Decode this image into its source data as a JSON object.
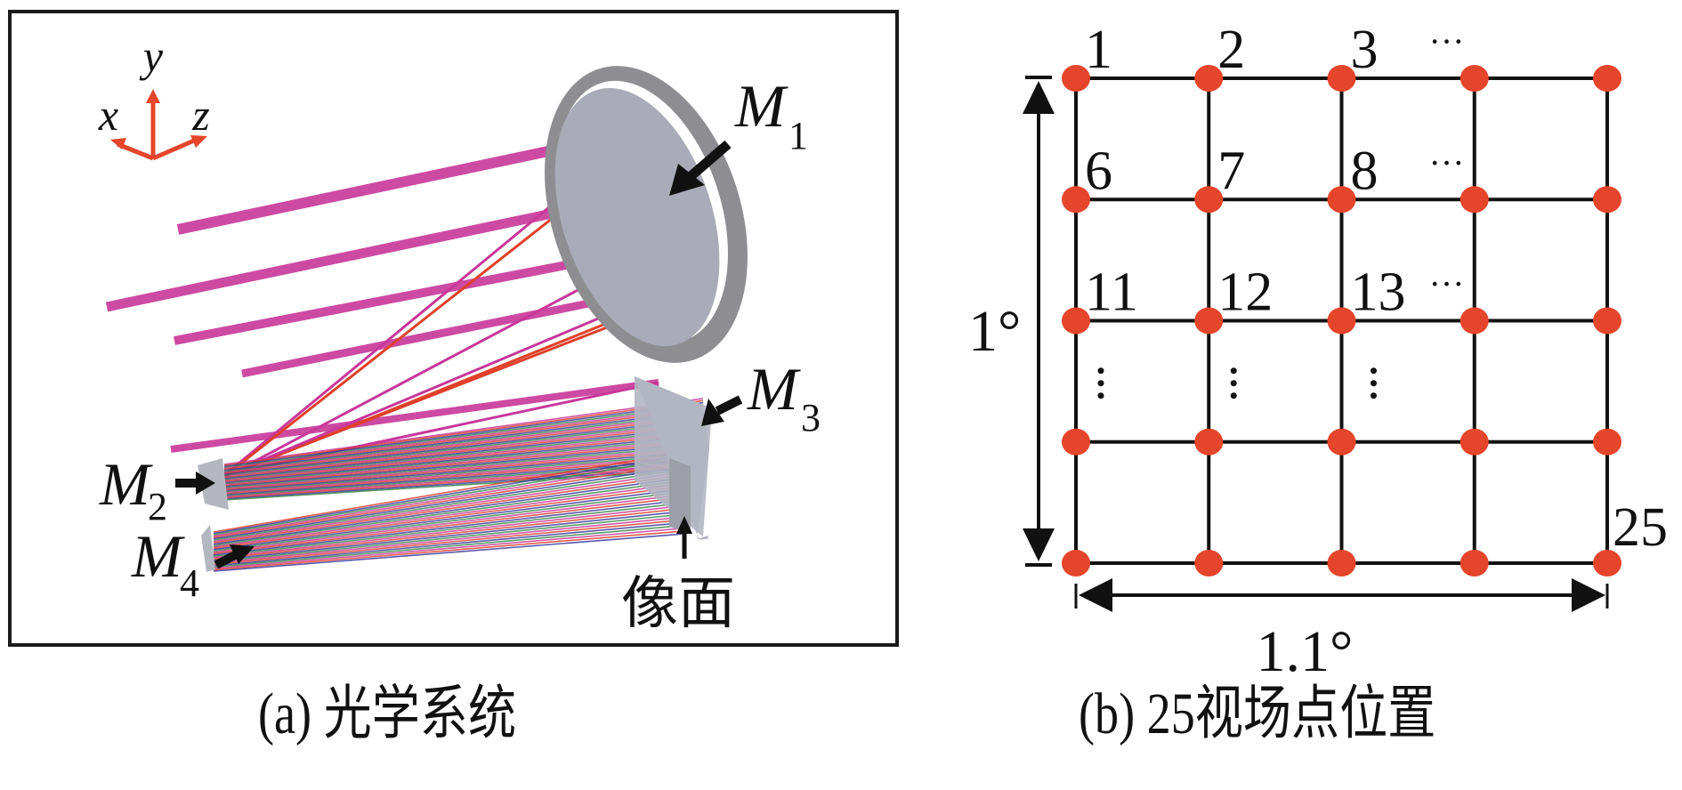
{
  "panel_a": {
    "caption": "(a) 光学系统",
    "axes": {
      "x": "x",
      "y": "y",
      "z": "z",
      "color": "#e5452a"
    },
    "mirrors": [
      {
        "id": "M1",
        "letter": "M",
        "sub": "1"
      },
      {
        "id": "M2",
        "letter": "M",
        "sub": "2"
      },
      {
        "id": "M3",
        "letter": "M",
        "sub": "3"
      },
      {
        "id": "M4",
        "letter": "M",
        "sub": "4"
      }
    ],
    "image_plane_label": "像面",
    "colors": {
      "ray_primary": "#c8379a",
      "ray_red": "#e0402a",
      "ray_blue": "#3a3aa0",
      "ray_green": "#3a8a4a",
      "mirror": "#8e8e92",
      "mirror_light": "#a9abb8"
    }
  },
  "panel_b": {
    "caption": "(b) 25视场点位置",
    "grid": {
      "rows": 5,
      "cols": 5,
      "dot_color": "#e5452a",
      "line_color": "#111111"
    },
    "point_labels": [
      {
        "text": "1",
        "row": 0,
        "col": 0
      },
      {
        "text": "2",
        "row": 0,
        "col": 1
      },
      {
        "text": "3",
        "row": 0,
        "col": 2
      },
      {
        "text": "6",
        "row": 1,
        "col": 0
      },
      {
        "text": "7",
        "row": 1,
        "col": 1
      },
      {
        "text": "8",
        "row": 1,
        "col": 2
      },
      {
        "text": "11",
        "row": 2,
        "col": 0
      },
      {
        "text": "12",
        "row": 2,
        "col": 1
      },
      {
        "text": "13",
        "row": 2,
        "col": 2
      },
      {
        "text": "25",
        "row": 4,
        "col": 4
      }
    ],
    "ellipsis_h": "···",
    "ellipsis_v": "⋮",
    "vertical_span": "1°",
    "horizontal_span": "1.1°"
  }
}
